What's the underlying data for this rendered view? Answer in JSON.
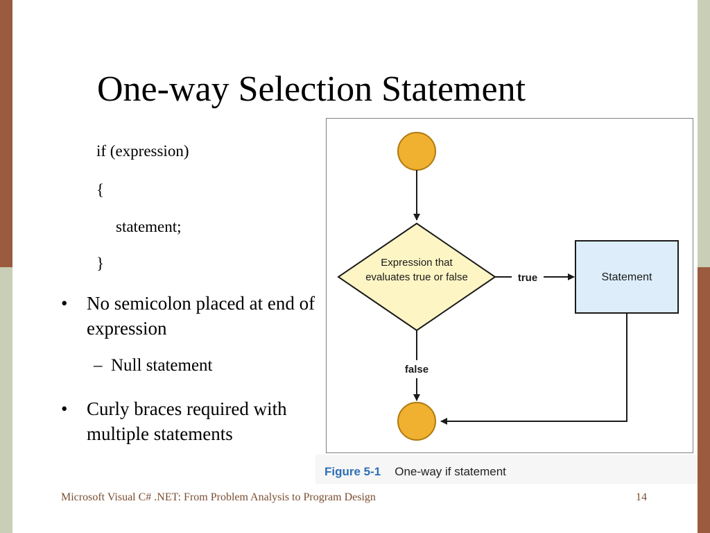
{
  "slide": {
    "title": "One-way Selection Statement",
    "code": {
      "line1": "if (expression)",
      "line2": "{",
      "line3": "statement;",
      "line4": "}"
    },
    "bullets": [
      {
        "text": "No semicolon placed at end of expression"
      },
      {
        "text": "Curly braces required with multiple statements"
      }
    ],
    "sub_bullet": "Null statement",
    "bullet_char": "•",
    "sub_bullet_char": "–"
  },
  "figure": {
    "decision_line1": "Expression that",
    "decision_line2": "evaluates true or false",
    "true_label": "true",
    "false_label": "false",
    "statement_label": "Statement",
    "caption_number": "Figure 5-1",
    "caption_text": "One-way if statement",
    "colors": {
      "circle_fill": "#f0b030",
      "circle_stroke": "#b07a10",
      "diamond_fill": "#fdf5c4",
      "diamond_stroke": "#1a1a1a",
      "box_fill": "#ddeefa",
      "box_stroke": "#1a1a1a"
    }
  },
  "footer": {
    "source": "Microsoft Visual C# .NET: From Problem Analysis to Program Design",
    "page_number": "14"
  }
}
